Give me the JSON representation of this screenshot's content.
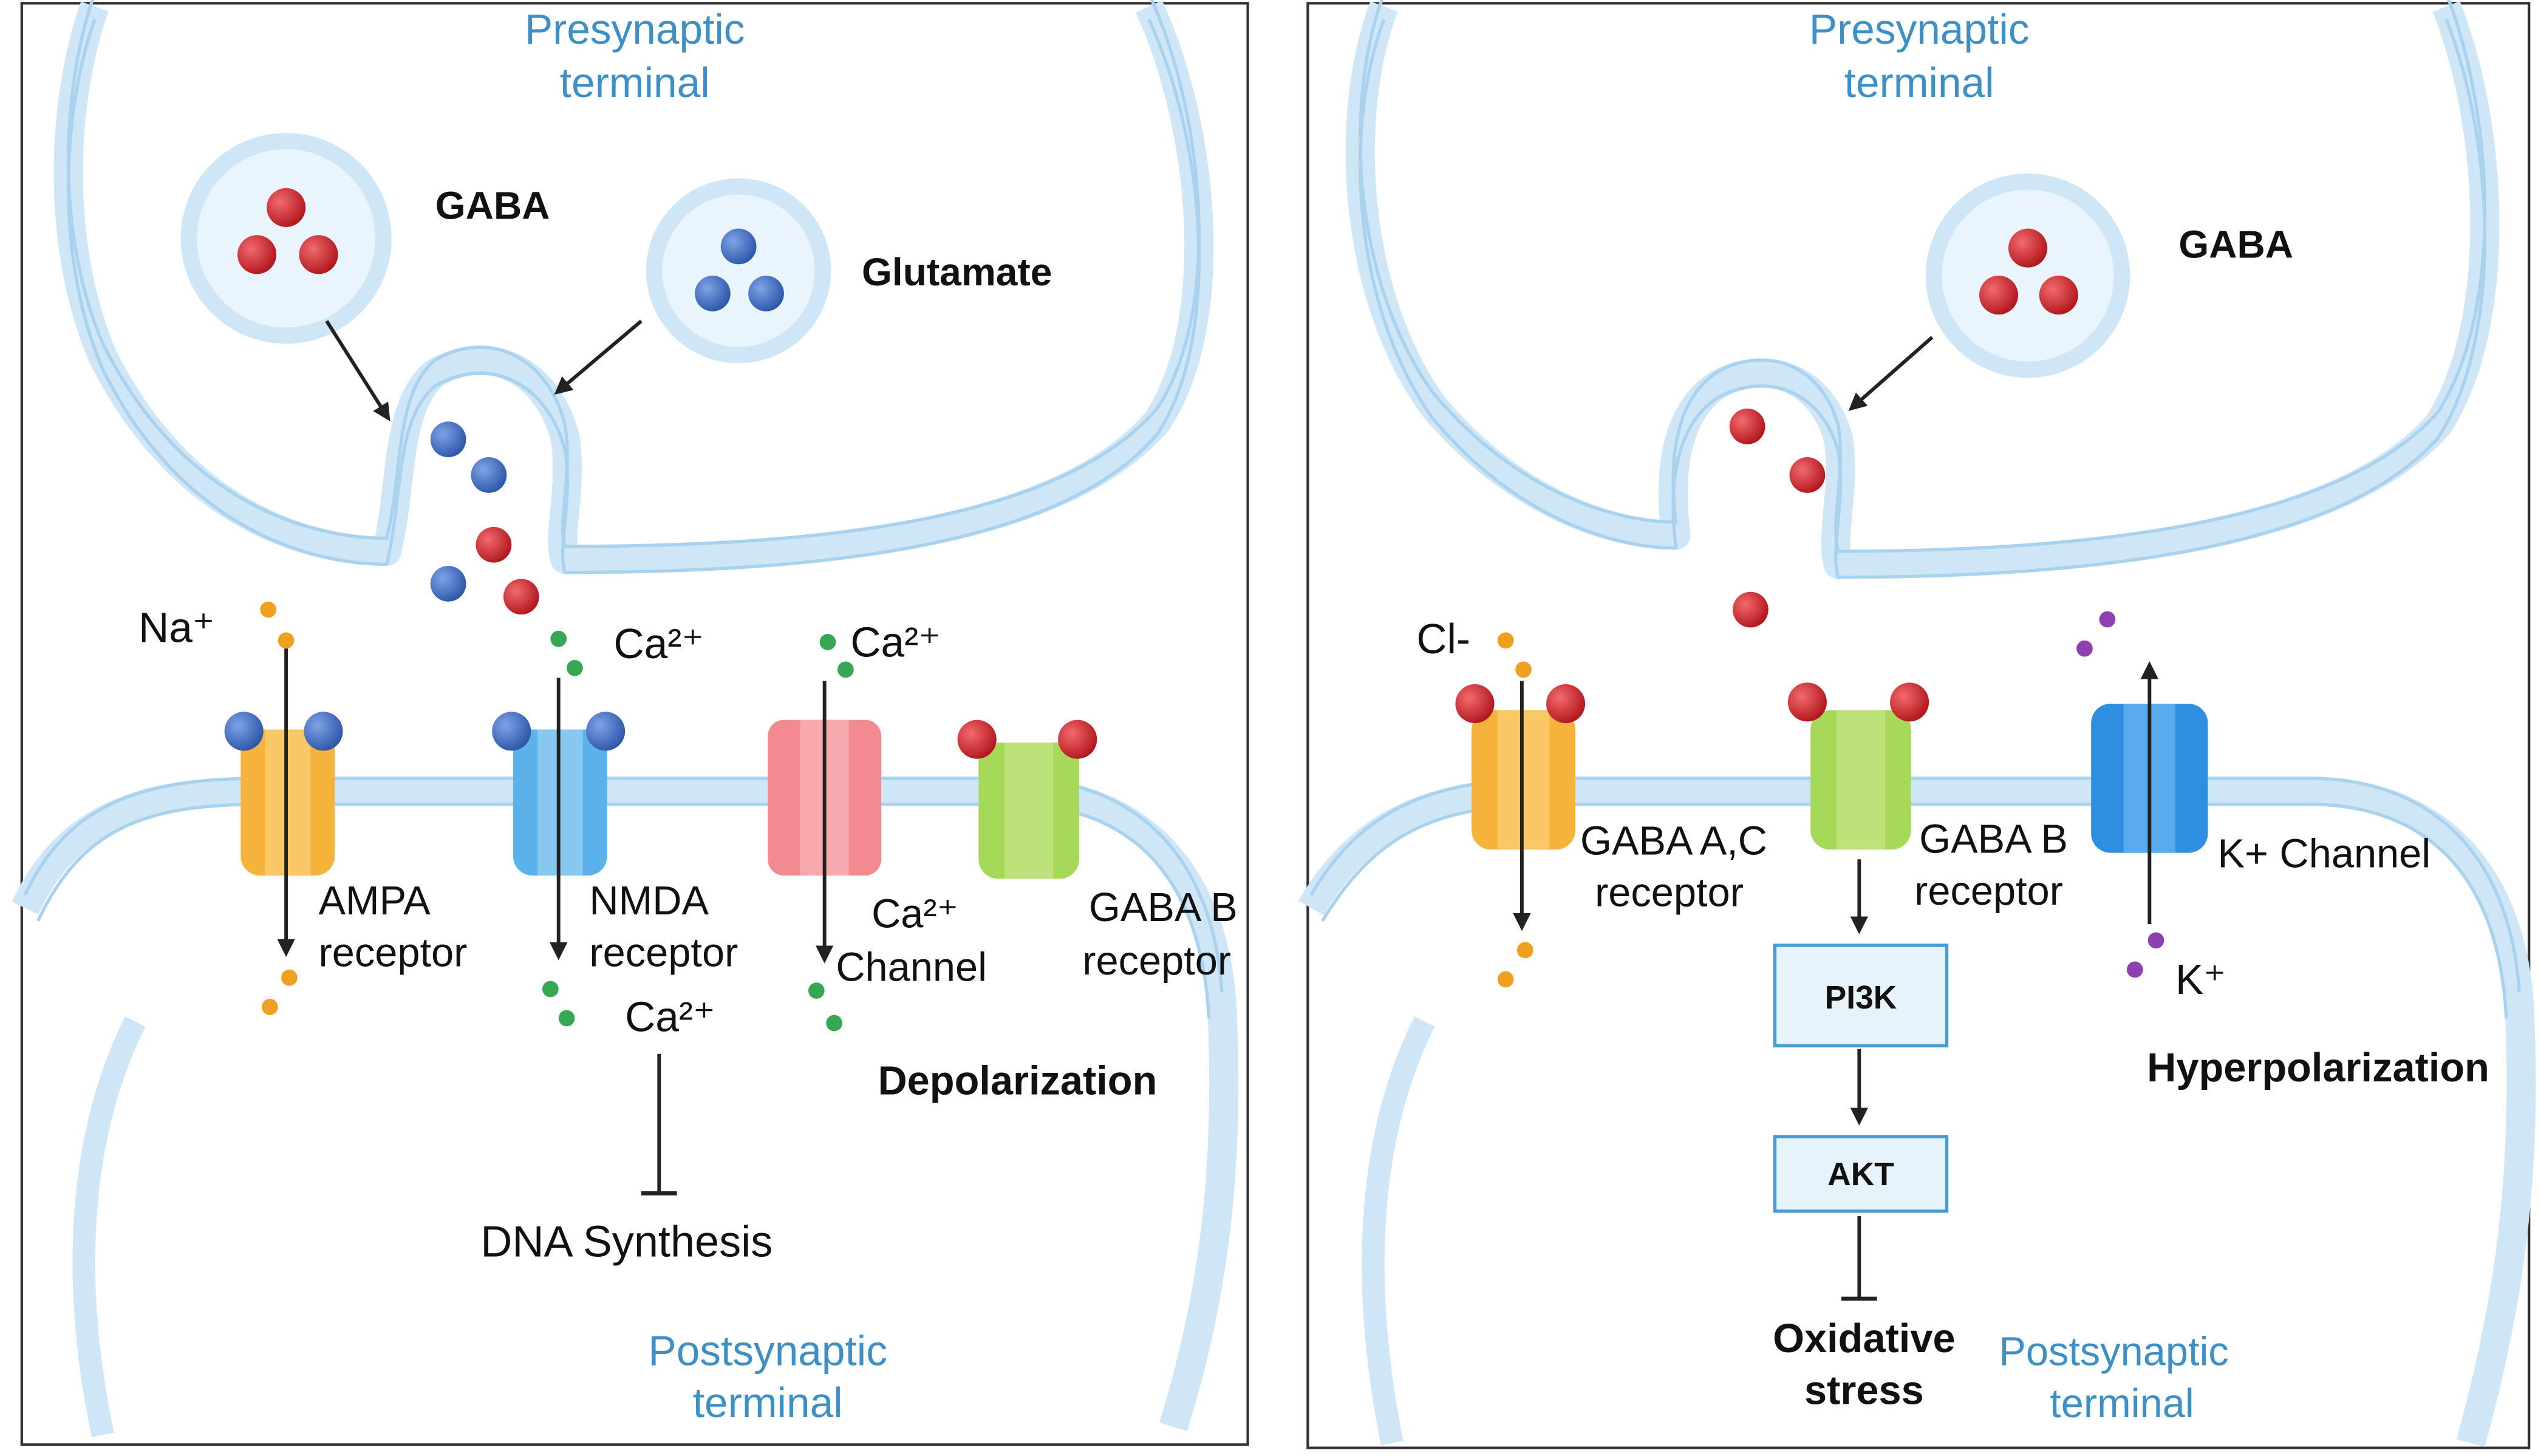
{
  "panels": [
    {
      "presynaptic": [
        "Presynaptic",
        "terminal"
      ],
      "postsynaptic": [
        "Postsynaptic",
        "terminal"
      ],
      "vesicles": [
        "GABA",
        "Glutamate"
      ],
      "ions": {
        "na": "Na⁺",
        "ca1": "Ca²⁺",
        "ca2": "Ca²⁺",
        "ca3": "Ca²⁺",
        "ca4": "Ca²⁺"
      },
      "receptors": {
        "ampa": [
          "AMPA",
          "receptor"
        ],
        "nmda": [
          "NMDA",
          "receptor"
        ],
        "ca_channel": [
          "Ca²⁺",
          "Channel"
        ],
        "gaba_b": [
          "GABA B",
          "receptor"
        ]
      },
      "effect": "Depolarization",
      "inhibited": "DNA Synthesis"
    },
    {
      "presynaptic": [
        "Presynaptic",
        "terminal"
      ],
      "postsynaptic": [
        "Postsynaptic",
        "terminal"
      ],
      "vesicles": [
        "GABA"
      ],
      "ions": {
        "cl": "Cl-",
        "k": "K⁺"
      },
      "receptors": {
        "gaba_ac": [
          "GABA A,C",
          "receptor"
        ],
        "gaba_b": [
          "GABA B",
          "receptor"
        ],
        "k_channel": "K+ Channel"
      },
      "pathway": [
        "PI3K",
        "AKT"
      ],
      "effect": "Hyperpolarization",
      "inhibited": [
        "Oxidative",
        "stress"
      ]
    }
  ],
  "colors": {
    "membrane": "#cfe6f7",
    "membrane_edge": "#a9d2ef",
    "gaba": "#d1232a",
    "glutamate": "#3f6fc4",
    "na_ion": "#f0a020",
    "ca_ion": "#34a853",
    "k_ion": "#8e3fb0",
    "ampa": "#f6b33c",
    "nmda": "#5bb2ea",
    "ca_channel": "#f28a8f",
    "gaba_b": "#a6d95a",
    "k_channel": "#2f8ee0",
    "box_fill": "#e6f3fb",
    "box_edge": "#4b9bd1"
  }
}
